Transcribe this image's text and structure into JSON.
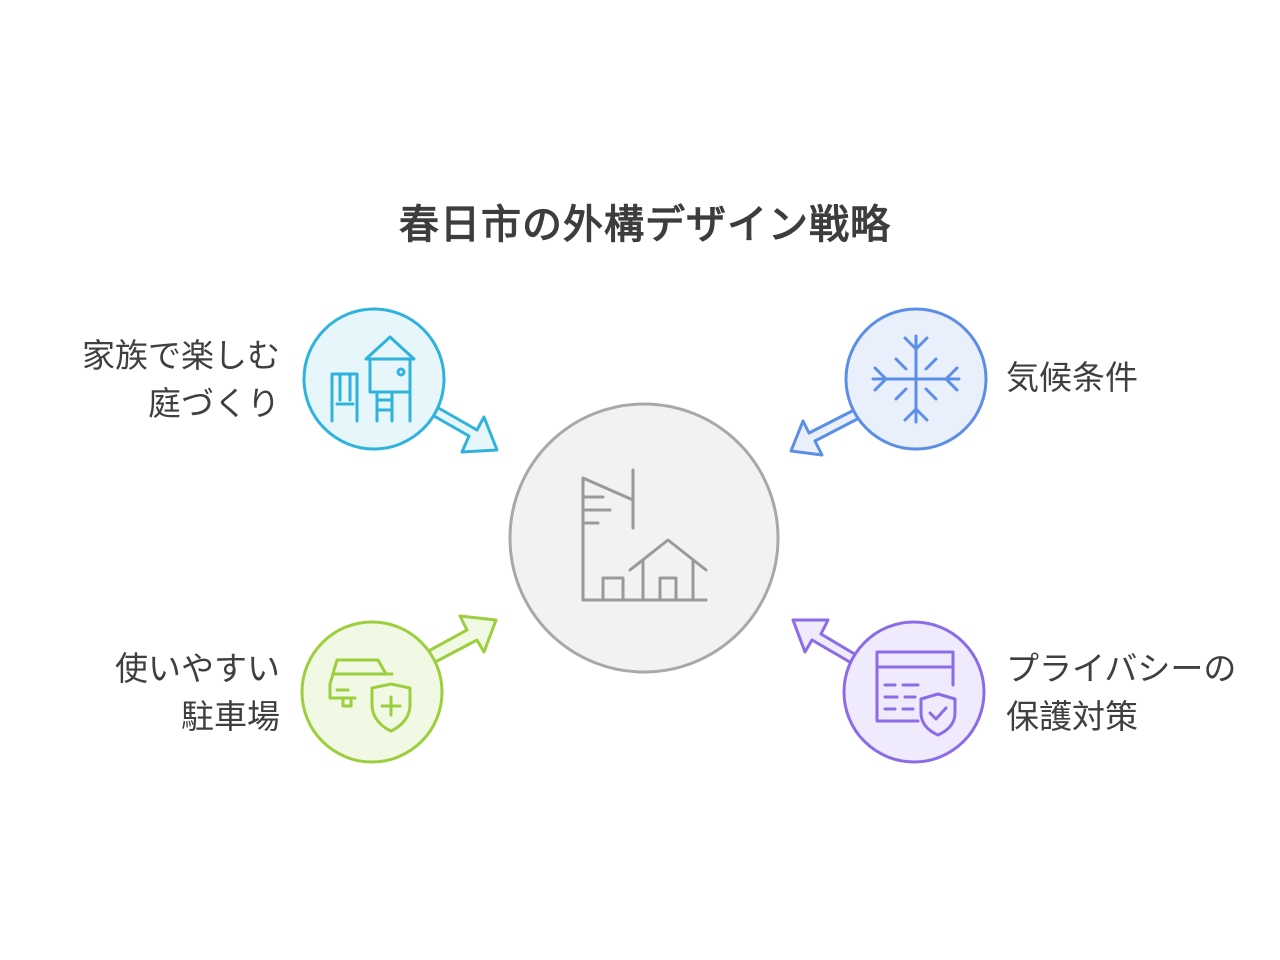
{
  "title": "春日市の外構デザイン戦略",
  "center": {
    "icon": "city-building-and-house-icon"
  },
  "items": [
    {
      "lines": [
        "家族で楽しむ",
        "庭づくり"
      ],
      "icon": "playground-icon",
      "color": "#2fb3dd",
      "fill": "#e6f6fb"
    },
    {
      "lines": [
        "気候条件"
      ],
      "icon": "snowflake-icon",
      "color": "#5b8ee6",
      "fill": "#e9f0fc"
    },
    {
      "lines": [
        "使いやすい",
        "駐車場"
      ],
      "icon": "car-shield-icon",
      "color": "#9ccf3d",
      "fill": "#f1f8e3"
    },
    {
      "lines": [
        "プライバシーの",
        "保護対策"
      ],
      "icon": "calendar-shield-icon",
      "color": "#8b6be8",
      "fill": "#efeafc"
    }
  ]
}
